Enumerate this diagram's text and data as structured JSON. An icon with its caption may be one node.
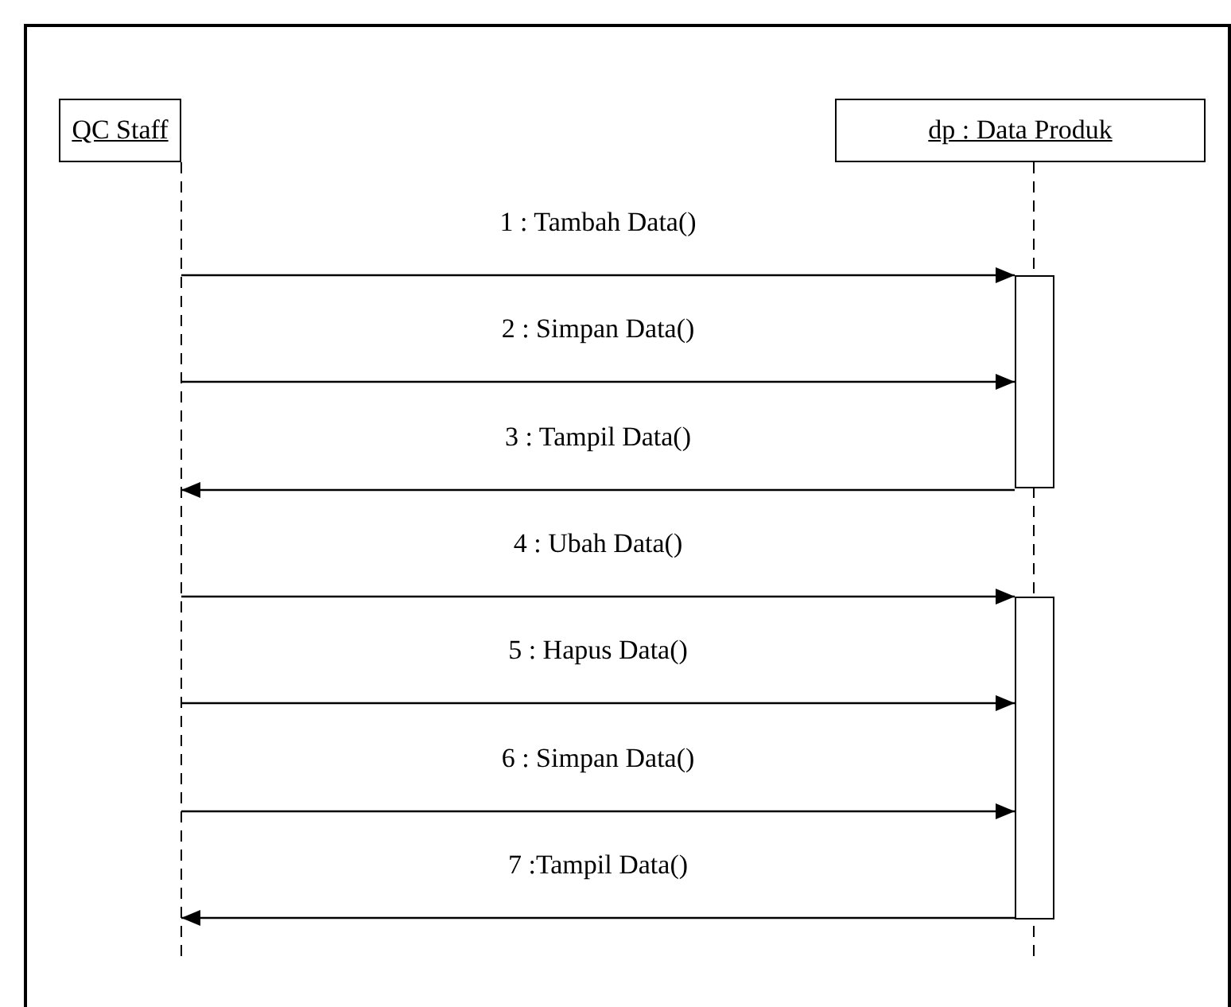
{
  "diagram": {
    "nodes": [
      {
        "text": [
          "QC Staff"
        ]
      },
      {
        "text": [
          "dp : Data Produk"
        ]
      },
      {
        "text": [],
        "shape": "bar",
        "in": 1
      },
      {
        "text": [],
        "shape": "bar",
        "in": 1
      }
    ],
    "edges": [
      {
        "from": 0,
        "to": 2,
        "arrow": "to",
        "label": "1 : Tambah Data()"
      },
      {
        "from": 0,
        "to": 2,
        "arrow": "to",
        "label": "2 : Simpan Data()"
      },
      {
        "from": 2,
        "to": 0,
        "arrow": "to",
        "label": "3 : Tampil Data()"
      },
      {
        "from": 0,
        "to": 3,
        "arrow": "to",
        "label": "4 : Ubah Data()"
      },
      {
        "from": 0,
        "to": 3,
        "arrow": "to",
        "label": "5 : Hapus Data()"
      },
      {
        "from": 0,
        "to": 3,
        "arrow": "to",
        "label": "6 : Simpan Data()"
      },
      {
        "from": 3,
        "to": 0,
        "arrow": "to",
        "label": "7 :Tampil Data()"
      }
    ]
  }
}
